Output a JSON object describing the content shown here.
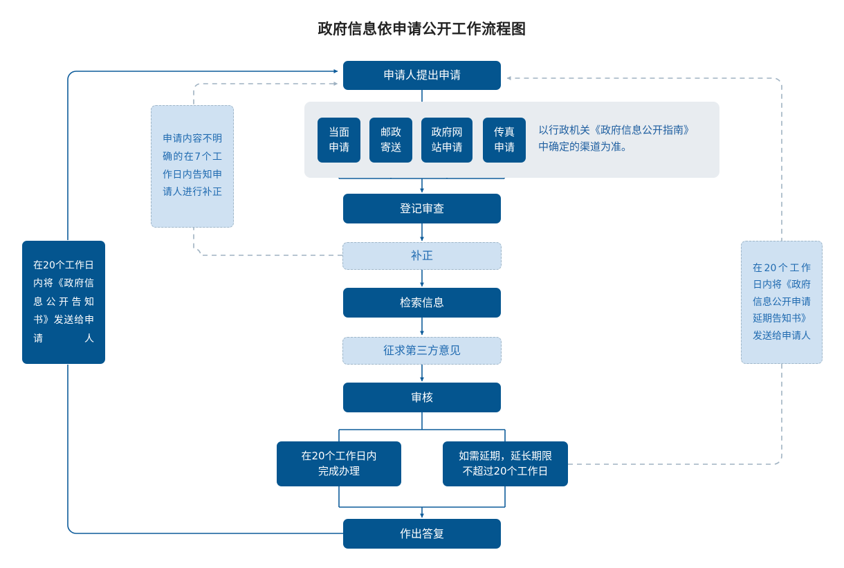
{
  "title": "政府信息依申请公开工作流程图",
  "colors": {
    "dark_blue": "#04558f",
    "light_blue": "#cfe1f2",
    "panel_grey": "#e8ecf0",
    "line_blue": "#0d5b9a",
    "dashed_grey": "#9fb6c8",
    "light_text": "#1f6ab0"
  },
  "chart_data": {
    "type": "diagram",
    "title": "政府信息依申请公开工作流程图",
    "nodes": [
      {
        "id": "apply",
        "label": "申请人提出申请",
        "style": "dark"
      },
      {
        "id": "ch1",
        "label": "当面\n申请",
        "style": "dark"
      },
      {
        "id": "ch2",
        "label": "邮政\n寄送",
        "style": "dark"
      },
      {
        "id": "ch3",
        "label": "政府网\n站申请",
        "style": "dark"
      },
      {
        "id": "ch4",
        "label": "传真\n申请",
        "style": "dark"
      },
      {
        "id": "register",
        "label": "登记审查",
        "style": "dark"
      },
      {
        "id": "supplement",
        "label": "补正",
        "style": "light"
      },
      {
        "id": "retrieve",
        "label": "检索信息",
        "style": "dark"
      },
      {
        "id": "thirdparty",
        "label": "征求第三方意见",
        "style": "light"
      },
      {
        "id": "review",
        "label": "审核",
        "style": "dark"
      },
      {
        "id": "within20",
        "label": "在20个工作日内\n完成办理",
        "style": "dark"
      },
      {
        "id": "extend",
        "label": "如需延期，延长期限\n不超过20个工作日",
        "style": "dark"
      },
      {
        "id": "reply",
        "label": "作出答复",
        "style": "dark"
      },
      {
        "id": "note_left",
        "label": "申请内容不明确的在7个工作日内告知申请人进行补正",
        "style": "light"
      },
      {
        "id": "note_farleft",
        "label": "在20个工作日内将《政府信息公开告知书》发送给申请人",
        "style": "dark"
      },
      {
        "id": "note_right",
        "label": "在20个工作日内将《政府信息公开申请延期告知书》 发送给申请人",
        "style": "light"
      }
    ],
    "edges": [
      {
        "from": "apply",
        "to": "ch1",
        "type": "solid"
      },
      {
        "from": "apply",
        "to": "ch2",
        "type": "solid"
      },
      {
        "from": "apply",
        "to": "ch3",
        "type": "solid"
      },
      {
        "from": "apply",
        "to": "ch4",
        "type": "solid"
      },
      {
        "from": "channels",
        "to": "register",
        "type": "solid"
      },
      {
        "from": "register",
        "to": "supplement",
        "type": "solid"
      },
      {
        "from": "supplement",
        "to": "retrieve",
        "type": "solid"
      },
      {
        "from": "retrieve",
        "to": "thirdparty",
        "type": "solid"
      },
      {
        "from": "thirdparty",
        "to": "review",
        "type": "solid"
      },
      {
        "from": "review",
        "to": "within20",
        "type": "solid"
      },
      {
        "from": "review",
        "to": "extend",
        "type": "solid"
      },
      {
        "from": "within20",
        "to": "reply",
        "type": "solid"
      },
      {
        "from": "extend",
        "to": "reply",
        "type": "solid"
      },
      {
        "from": "reply",
        "to": "note_farleft",
        "type": "solid"
      },
      {
        "from": "note_farleft",
        "to": "apply",
        "type": "solid"
      },
      {
        "from": "supplement",
        "to": "note_left",
        "type": "dashed"
      },
      {
        "from": "note_left",
        "to": "apply",
        "type": "dashed"
      },
      {
        "from": "extend",
        "to": "note_right",
        "type": "dashed"
      },
      {
        "from": "note_right",
        "to": "apply",
        "type": "dashed"
      }
    ]
  },
  "flow": {
    "apply": {
      "label": "申请人提出申请"
    },
    "channels": {
      "panel_note_line1": "以行政机关《政府信息公开指南》",
      "panel_note_line2": "中确定的渠道为准。",
      "items": [
        {
          "line1": "当面",
          "line2": "申请"
        },
        {
          "line1": "邮政",
          "line2": "寄送"
        },
        {
          "line1": "政府网",
          "line2": "站申请"
        },
        {
          "line1": "传真",
          "line2": "申请"
        }
      ]
    },
    "register": {
      "label": "登记审查"
    },
    "supplement": {
      "label": "补正"
    },
    "retrieve": {
      "label": "检索信息"
    },
    "thirdparty": {
      "label": "征求第三方意见"
    },
    "review": {
      "label": "审核"
    },
    "within20": {
      "line1": "在20个工作日内",
      "line2": "完成办理"
    },
    "extend": {
      "line1": "如需延期，延长期限",
      "line2": "不超过20个工作日"
    },
    "reply": {
      "label": "作出答复"
    }
  },
  "notes": {
    "left": {
      "text": "申请内容不明确的在7个工作日内告知申请人进行补正"
    },
    "farleft": {
      "text": "在20个工作日内将《政府信息公开告知书》发送给申请人"
    },
    "right": {
      "text": "在20个工作日内将《政府信息公开申请延期告知书》 发送给申请人"
    }
  }
}
